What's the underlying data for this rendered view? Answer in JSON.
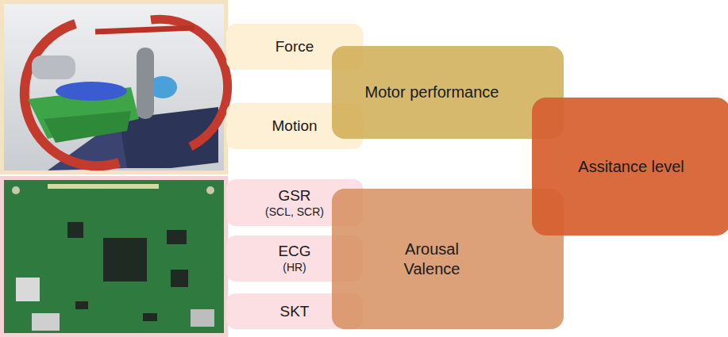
{
  "diagram": {
    "nodes": [
      {
        "text": [
          "Force"
        ]
      },
      {
        "text": [
          "Motion"
        ]
      },
      {
        "text": [
          "GSR",
          "(SCL, SCR)"
        ]
      },
      {
        "text": [
          "ECG",
          "(HR)"
        ]
      },
      {
        "text": [
          "SKT"
        ]
      },
      {
        "text": [
          "Motor performance"
        ]
      },
      {
        "text": [
          "Arousal Valence"
        ]
      },
      {
        "text": [
          "Assitance level"
        ]
      }
    ]
  }
}
